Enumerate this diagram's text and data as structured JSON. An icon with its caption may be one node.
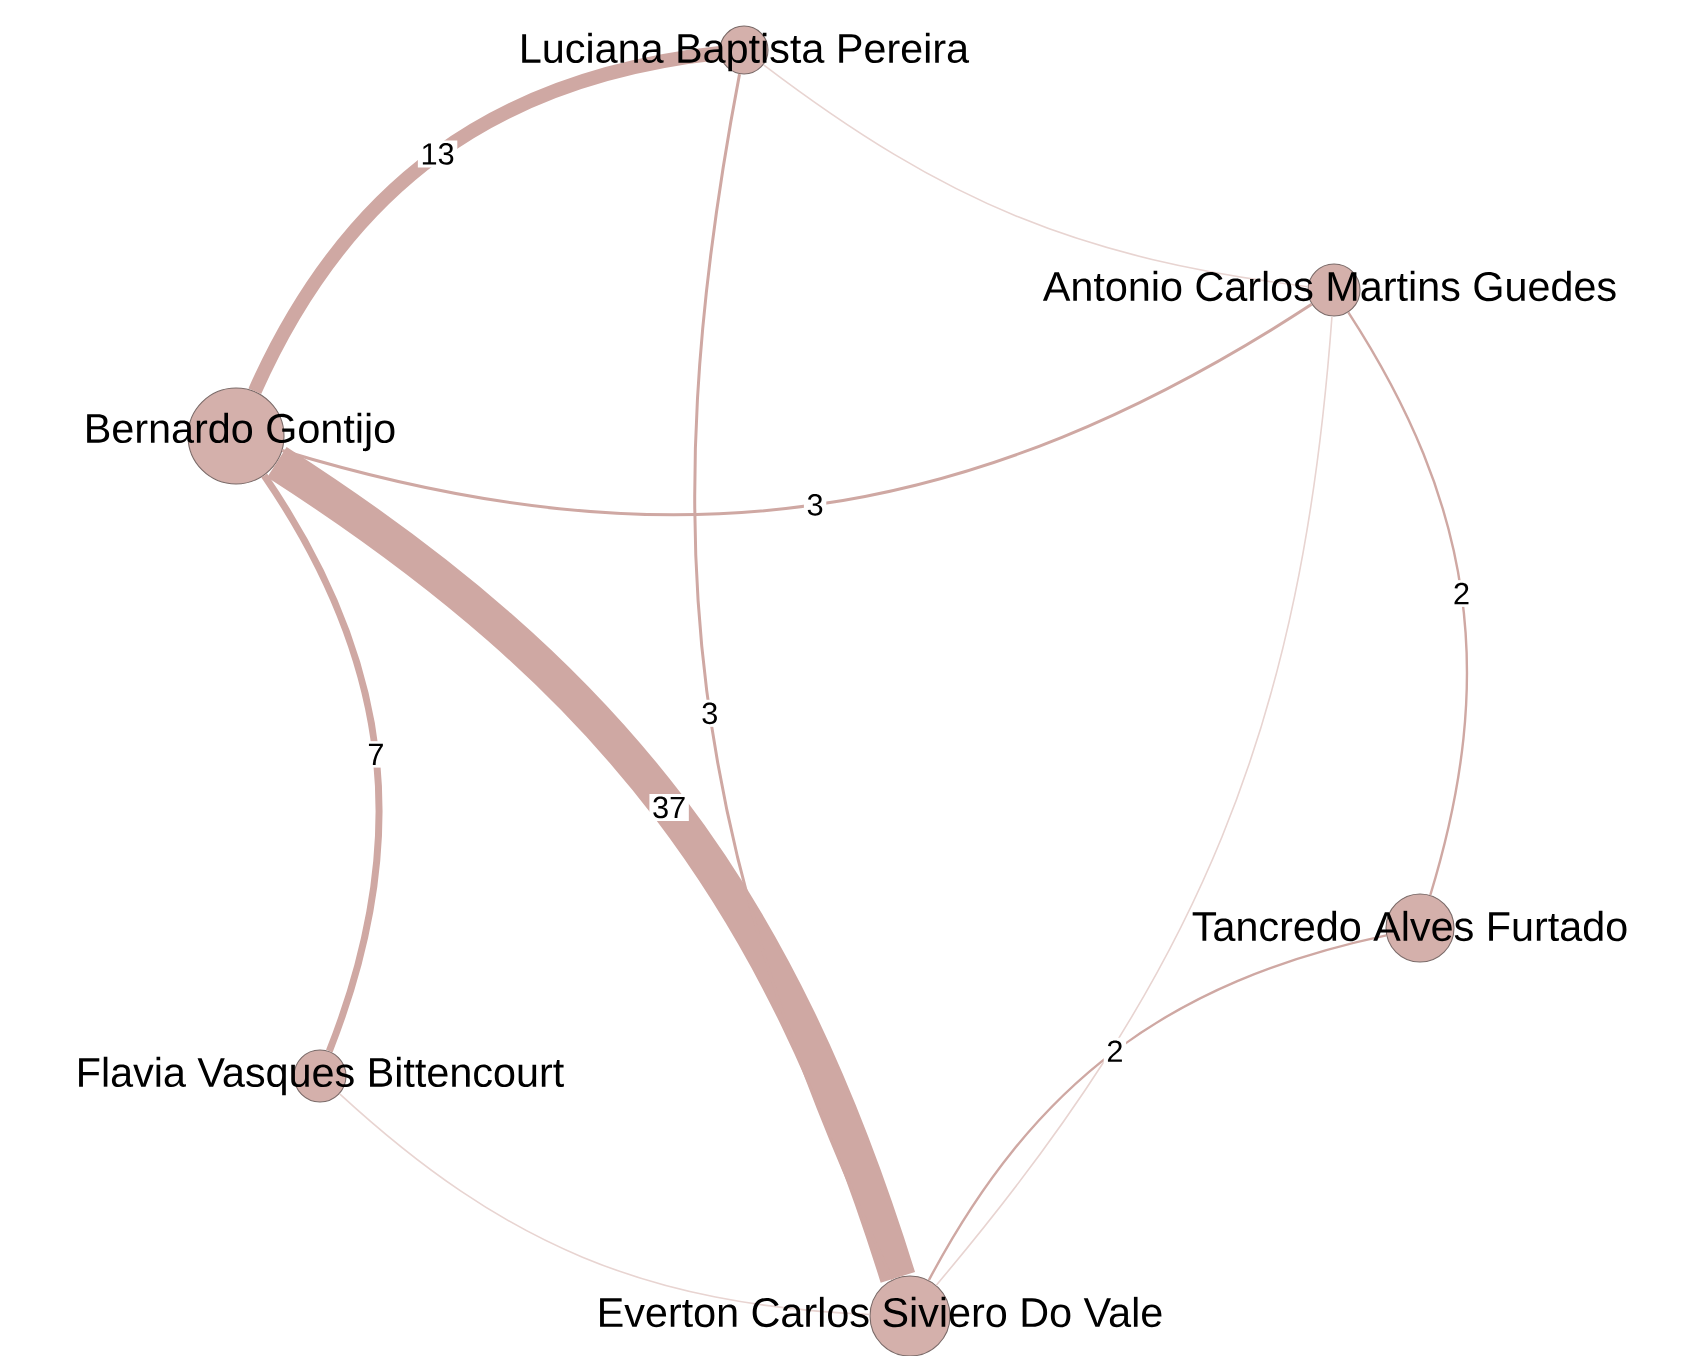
{
  "diagram": {
    "nodes": [
      {
        "text": [
          "Luciana Baptista Pereira"
        ]
      },
      {
        "text": [
          "Antonio Carlos Martins Guedes"
        ]
      },
      {
        "text": [
          "Bernardo Gontijo"
        ]
      },
      {
        "text": [
          "Tancredo Alves Furtado"
        ]
      },
      {
        "text": [
          "Flavia Vasques Bittencourt"
        ]
      },
      {
        "text": [
          "Everton Carlos Siviero Do Vale"
        ]
      }
    ],
    "edges": [
      {
        "from": 2,
        "to": 0,
        "arrow": "none",
        "label": "13",
        "style": "thick"
      },
      {
        "from": 2,
        "to": 5,
        "arrow": "none",
        "label": "37",
        "style": "thick"
      },
      {
        "from": 2,
        "to": 1,
        "arrow": "none",
        "label": "3"
      },
      {
        "from": 2,
        "to": 4,
        "arrow": "none",
        "label": "7",
        "style": "thick"
      },
      {
        "from": 0,
        "to": 5,
        "arrow": "none",
        "label": "3"
      },
      {
        "from": 0,
        "to": 1,
        "arrow": "none",
        "color": "#e8d4d1"
      },
      {
        "from": 1,
        "to": 3,
        "arrow": "none",
        "label": "2"
      },
      {
        "from": 1,
        "to": 5,
        "arrow": "none",
        "color": "#e8d4d1"
      },
      {
        "from": 3,
        "to": 5,
        "arrow": "none",
        "label": "2"
      },
      {
        "from": 4,
        "to": 5,
        "arrow": "none",
        "color": "#e8d4d1"
      }
    ]
  }
}
